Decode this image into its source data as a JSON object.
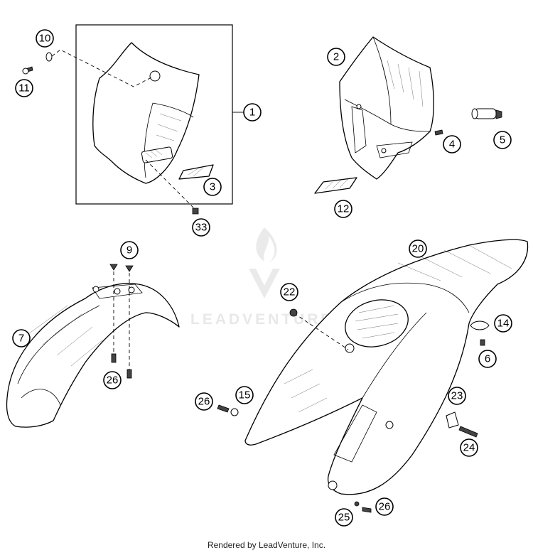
{
  "watermark": {
    "text": "LEADVENTURE"
  },
  "callouts": [
    {
      "id": "c1",
      "label": "1"
    },
    {
      "id": "c2",
      "label": "2"
    },
    {
      "id": "c3",
      "label": "3"
    },
    {
      "id": "c4",
      "label": "4"
    },
    {
      "id": "c5",
      "label": "5"
    },
    {
      "id": "c6",
      "label": "6"
    },
    {
      "id": "c7",
      "label": "7"
    },
    {
      "id": "c9",
      "label": "9"
    },
    {
      "id": "c10",
      "label": "10"
    },
    {
      "id": "c11",
      "label": "11"
    },
    {
      "id": "c12",
      "label": "12"
    },
    {
      "id": "c14",
      "label": "14"
    },
    {
      "id": "c15",
      "label": "15"
    },
    {
      "id": "c20",
      "label": "20"
    },
    {
      "id": "c22",
      "label": "22"
    },
    {
      "id": "c23",
      "label": "23"
    },
    {
      "id": "c24",
      "label": "24"
    },
    {
      "id": "c25",
      "label": "25"
    },
    {
      "id": "c26a",
      "label": "26"
    },
    {
      "id": "c26b",
      "label": "26"
    },
    {
      "id": "c26c",
      "label": "26"
    },
    {
      "id": "c33",
      "label": "33"
    }
  ],
  "footer": {
    "text": "Rendered by LeadVenture, Inc."
  }
}
